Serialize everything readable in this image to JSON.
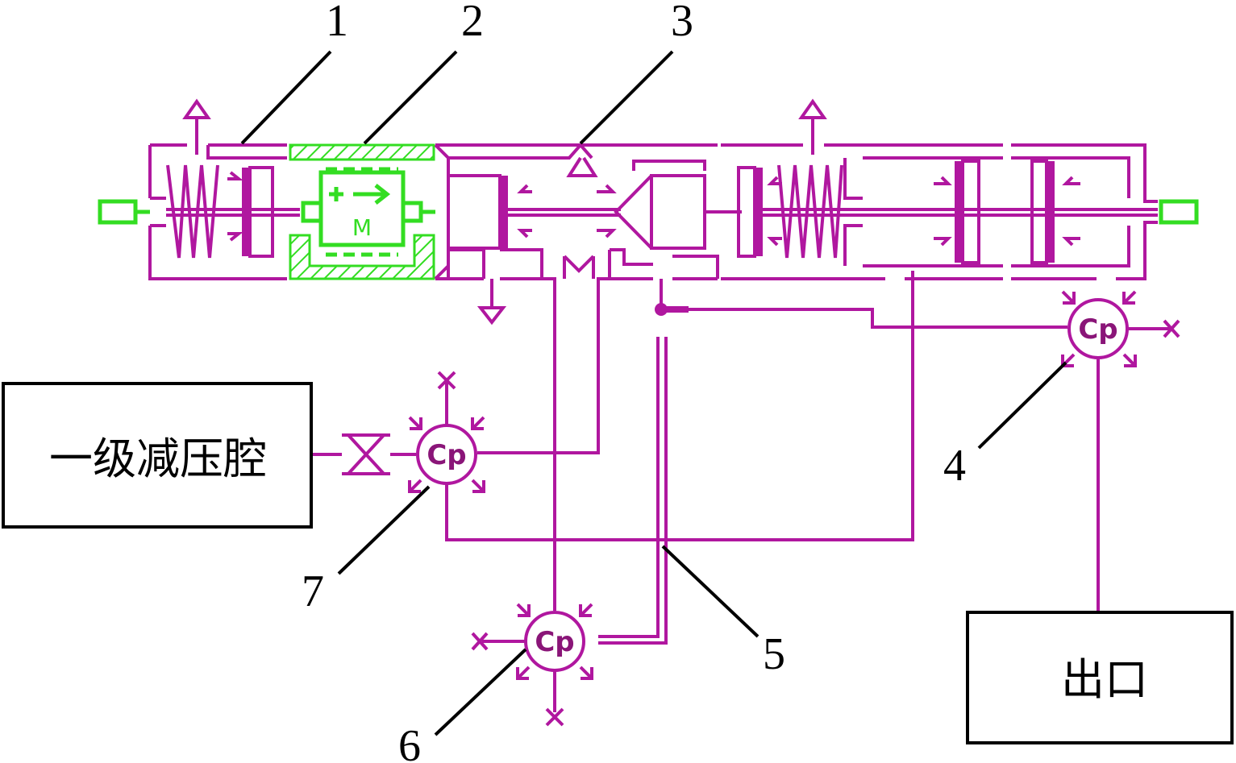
{
  "callouts": [
    "1",
    "2",
    "3",
    "4",
    "5",
    "6",
    "7"
  ],
  "boxes": {
    "primary_chamber": "一级减压腔",
    "outlet": "出口"
  },
  "components": {
    "pressure_node_label": "Cp",
    "motor_label": "M"
  },
  "colors": {
    "line": "#b0179f",
    "highlight": "#33dd22",
    "annotation": "#000000"
  }
}
